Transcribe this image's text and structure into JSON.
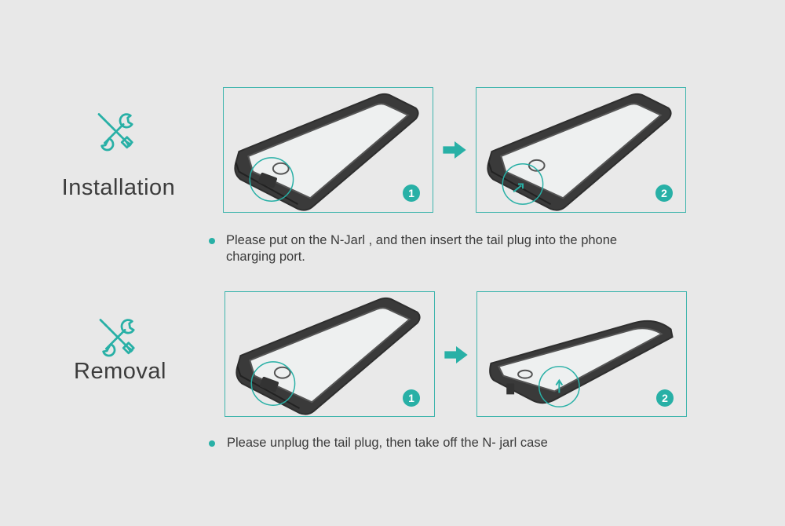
{
  "colors": {
    "accent": "#28b0a6",
    "background": "#e8e8e8",
    "text": "#3a3a3a"
  },
  "installation": {
    "icon": "tools-icon",
    "title": "Installation",
    "step1_label": "1",
    "step2_label": "2",
    "instruction": "Please put on the N-Jarl , and then insert the tail plug into the phone charging port."
  },
  "removal": {
    "icon": "tools-icon",
    "title": "Removal",
    "step1_label": "1",
    "step2_label": "2",
    "instruction": "Please unplug the tail plug, then take off the N- jarl case"
  }
}
